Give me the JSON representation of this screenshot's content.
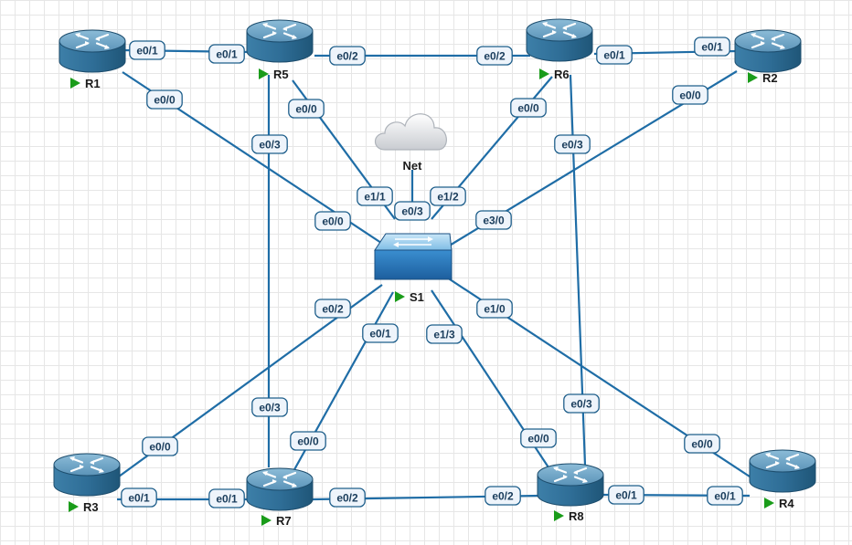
{
  "diagram": {
    "nodes": [
      {
        "id": "R1",
        "label": "R1",
        "type": "router",
        "icon": "router-icon"
      },
      {
        "id": "R5",
        "label": "R5",
        "type": "router",
        "icon": "router-icon"
      },
      {
        "id": "R6",
        "label": "R6",
        "type": "router",
        "icon": "router-icon"
      },
      {
        "id": "R2",
        "label": "R2",
        "type": "router",
        "icon": "router-icon"
      },
      {
        "id": "Net",
        "label": "Net",
        "type": "cloud",
        "icon": "cloud-icon"
      },
      {
        "id": "S1",
        "label": "S1",
        "type": "switch",
        "icon": "switch-icon"
      },
      {
        "id": "R3",
        "label": "R3",
        "type": "router",
        "icon": "router-icon"
      },
      {
        "id": "R7",
        "label": "R7",
        "type": "router",
        "icon": "router-icon"
      },
      {
        "id": "R8",
        "label": "R8",
        "type": "router",
        "icon": "router-icon"
      },
      {
        "id": "R4",
        "label": "R4",
        "type": "router",
        "icon": "router-icon"
      }
    ],
    "links": [
      {
        "a": "R1",
        "b": "R5",
        "a_if": "e0/1",
        "b_if": "e0/1"
      },
      {
        "a": "R5",
        "b": "R6",
        "a_if": "e0/2",
        "b_if": "e0/2"
      },
      {
        "a": "R6",
        "b": "R2",
        "a_if": "e0/1",
        "b_if": "e0/1"
      },
      {
        "a": "R1",
        "b": "S1",
        "a_if": "e0/0",
        "b_if": "e0/0"
      },
      {
        "a": "R5",
        "b": "S1",
        "a_if": "e0/0",
        "b_if": "e1/1"
      },
      {
        "a": "Net",
        "b": "S1",
        "a_if": "",
        "b_if": "e0/3"
      },
      {
        "a": "R6",
        "b": "S1",
        "a_if": "e0/0",
        "b_if": "e1/2"
      },
      {
        "a": "R2",
        "b": "S1",
        "a_if": "e0/0",
        "b_if": "e3/0"
      },
      {
        "a": "R5",
        "b": "R7",
        "a_if": "e0/3",
        "b_if": "e0/3"
      },
      {
        "a": "R6",
        "b": "R8",
        "a_if": "e0/3",
        "b_if": "e0/3"
      },
      {
        "a": "S1",
        "b": "R3",
        "a_if": "e0/2",
        "b_if": "e0/0"
      },
      {
        "a": "S1",
        "b": "R7",
        "a_if": "e0/1",
        "b_if": "e0/0"
      },
      {
        "a": "S1",
        "b": "R8",
        "a_if": "e1/3",
        "b_if": "e0/0"
      },
      {
        "a": "S1",
        "b": "R4",
        "a_if": "e1/0",
        "b_if": "e0/0"
      },
      {
        "a": "R3",
        "b": "R7",
        "a_if": "e0/1",
        "b_if": "e0/1"
      },
      {
        "a": "R7",
        "b": "R8",
        "a_if": "e0/2",
        "b_if": "e0/2"
      },
      {
        "a": "R8",
        "b": "R4",
        "a_if": "e0/1",
        "b_if": "e0/1"
      }
    ]
  },
  "colors": {
    "link": "#1f6da6",
    "running_indicator": "#1a9c1a",
    "router_top": "#6fa3c4",
    "router_body": "#2e6f98",
    "switch_top": "#9fd0f0",
    "switch_body": "#2a78bd"
  }
}
